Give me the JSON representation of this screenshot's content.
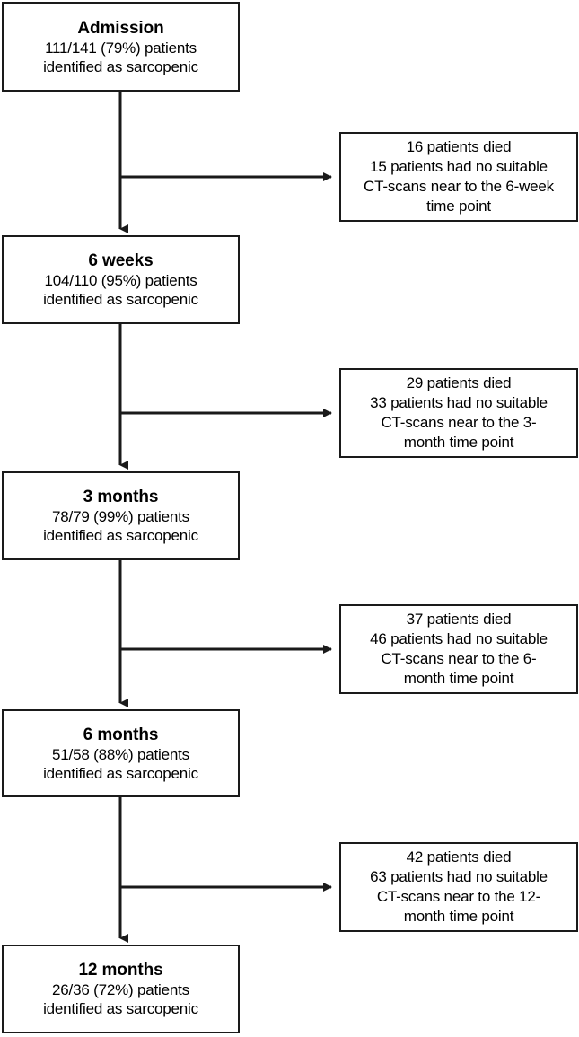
{
  "diagram": {
    "type": "flowchart",
    "orientation": "vertical-with-right-branches",
    "line_color": "#1a1a1a",
    "background_color": "#ffffff",
    "stages": [
      {
        "id": "admission",
        "title": "Admission",
        "line1": "111/141 (79%) patients",
        "line2": "identified as sarcopenic",
        "numerator": 111,
        "denominator": 141,
        "percent": "79%"
      },
      {
        "id": "6-weeks",
        "title": "6 weeks",
        "line1": "104/110 (95%) patients",
        "line2": "identified as sarcopenic",
        "numerator": 104,
        "denominator": 110,
        "percent": "95%"
      },
      {
        "id": "3-months",
        "title": "3 months",
        "line1": "78/79 (99%) patients",
        "line2": "identified as sarcopenic",
        "numerator": 78,
        "denominator": 79,
        "percent": "99%"
      },
      {
        "id": "6-months",
        "title": "6 months",
        "line1": "51/58 (88%) patients",
        "line2": "identified as sarcopenic",
        "numerator": 51,
        "denominator": 58,
        "percent": "88%"
      },
      {
        "id": "12-months",
        "title": "12 months",
        "line1": "26/36 (72%) patients",
        "line2": "identified as sarcopenic",
        "numerator": 26,
        "denominator": 36,
        "percent": "72%"
      }
    ],
    "exclusions": [
      {
        "id": "excl-6-week",
        "line1": "16 patients died",
        "line2": "15 patients had no suitable",
        "line3": "CT-scans near to the 6-week",
        "line4": "time point",
        "died": 16,
        "no_suitable_scans": 15
      },
      {
        "id": "excl-3-month",
        "line1": "29 patients died",
        "line2": "33 patients had no suitable",
        "line3": "CT-scans near to the 3-",
        "line4": "month time point",
        "died": 29,
        "no_suitable_scans": 33
      },
      {
        "id": "excl-6-month",
        "line1": "37 patients died",
        "line2": "46 patients had no suitable",
        "line3": "CT-scans near to the 6-",
        "line4": "month time point",
        "died": 37,
        "no_suitable_scans": 46
      },
      {
        "id": "excl-12-month",
        "line1": "42 patients died",
        "line2": "63 patients had no suitable",
        "line3": "CT-scans near to the 12-",
        "line4": "month time point",
        "died": 42,
        "no_suitable_scans": 63
      }
    ]
  }
}
